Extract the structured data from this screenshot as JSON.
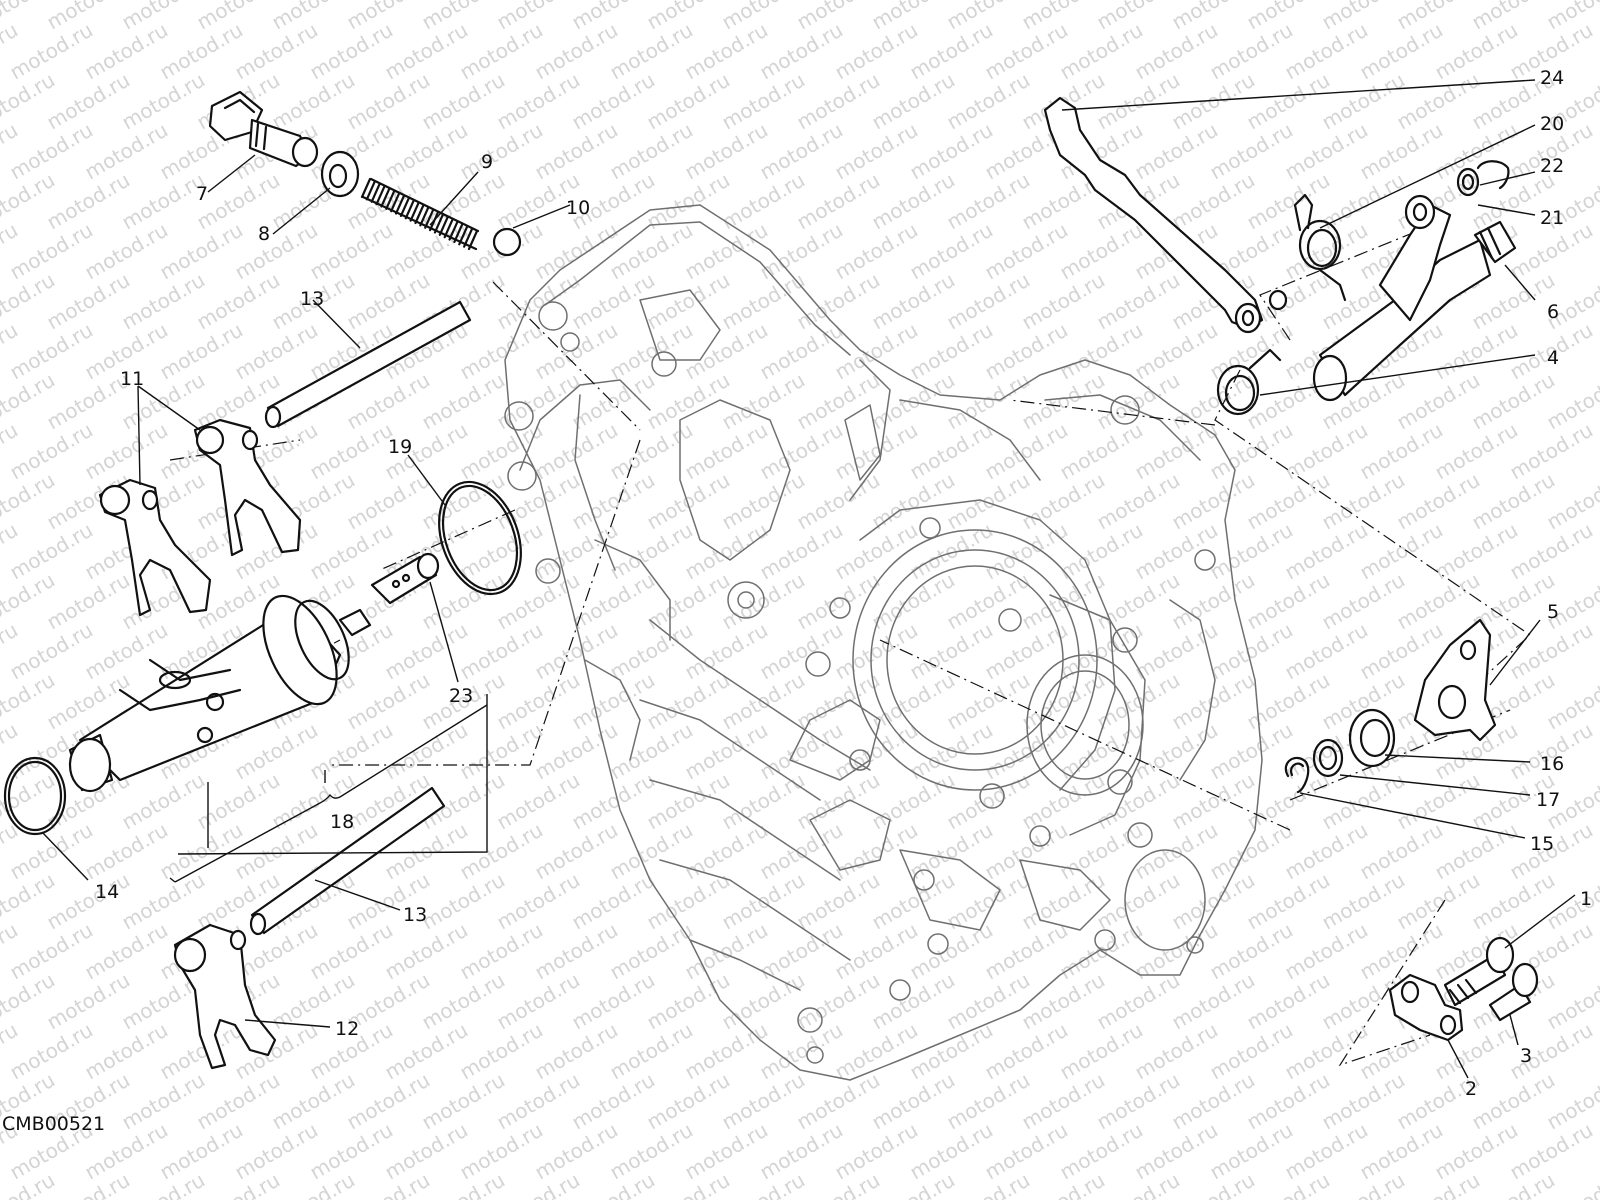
{
  "diagram_code": "CMB00521",
  "watermark_text": "motod.ru",
  "callouts": {
    "c1": "1",
    "c2": "2",
    "c3": "3",
    "c4": "4",
    "c5": "5",
    "c6": "6",
    "c7": "7",
    "c8": "8",
    "c9": "9",
    "c10": "10",
    "c11": "11",
    "c12": "12",
    "c13a": "13",
    "c13b": "13",
    "c14": "14",
    "c15": "15",
    "c16": "16",
    "c17": "17",
    "c18": "18",
    "c19": "19",
    "c20": "20",
    "c21": "21",
    "c22": "22",
    "c23": "23",
    "c24": "24"
  },
  "colors": {
    "line": "#111111",
    "casing": "#6f6f6f",
    "watermark": "#d4d4d4",
    "background": "#ffffff"
  }
}
